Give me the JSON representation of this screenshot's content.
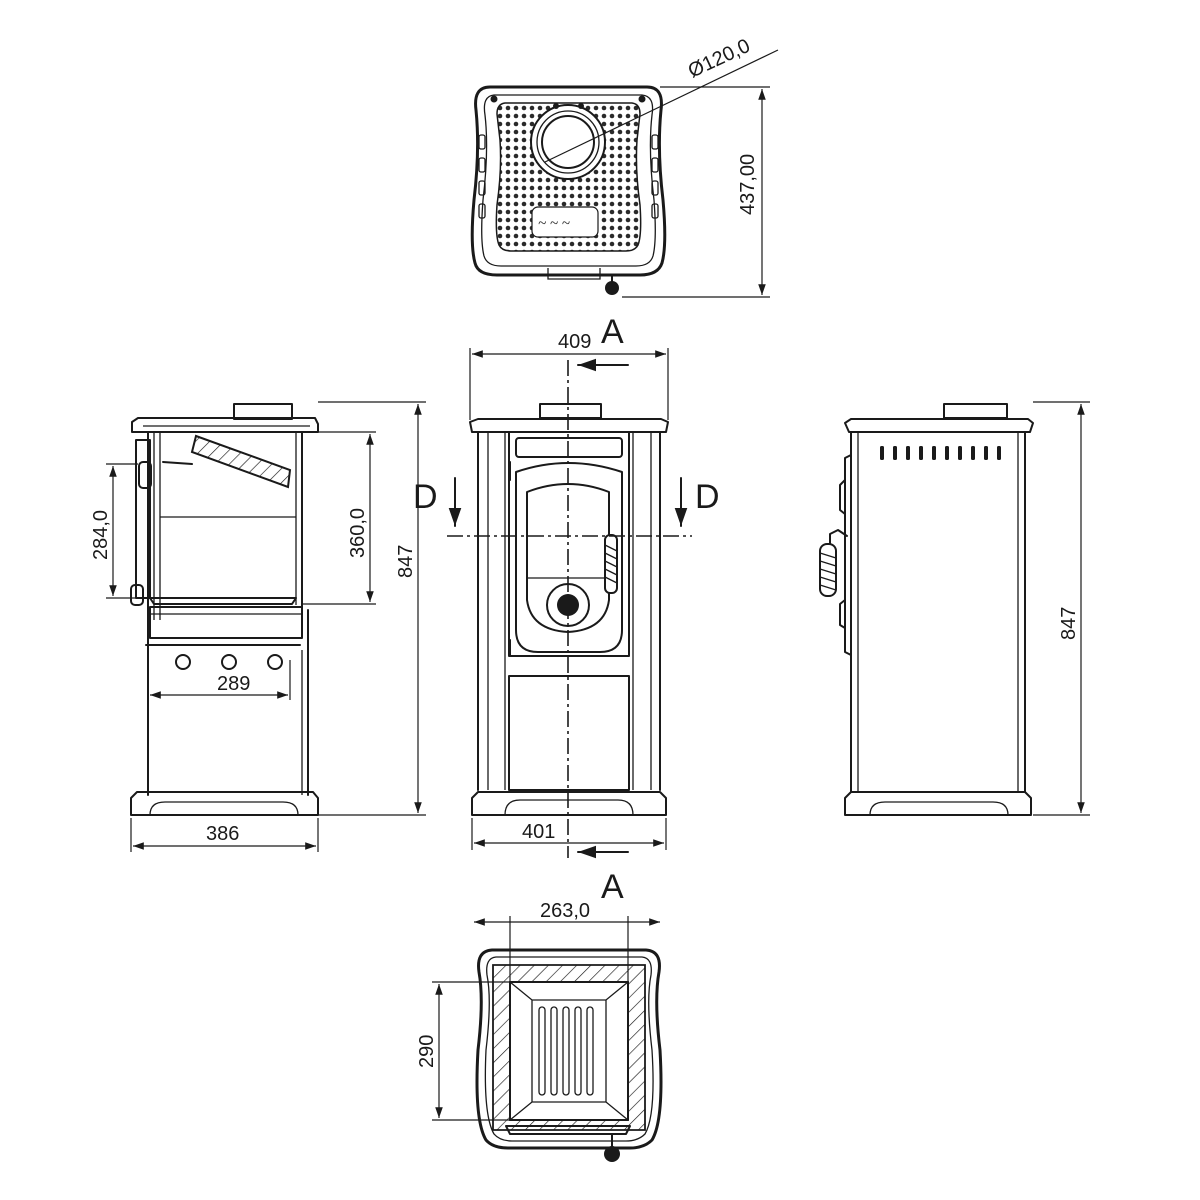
{
  "labels": {
    "diameter": "Ø120,0",
    "top_depth": "437,00",
    "front_width_top": "409",
    "front_width_base": "401",
    "section_letter_top": "A",
    "section_letter_bottom": "A",
    "section_left": "D",
    "section_right": "D",
    "side_door_height": "284,0",
    "side_firebox_height": "360,0",
    "side_total_height": "847",
    "side_inner_width": "289",
    "side_base_width": "386",
    "right_total_height": "847",
    "plan_width": "263,0",
    "plan_depth": "290"
  }
}
